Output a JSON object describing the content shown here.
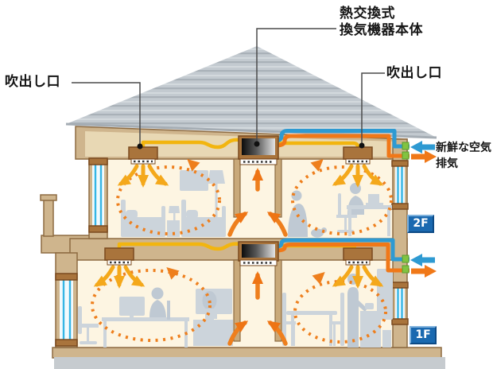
{
  "annotations": {
    "outlet_left": {
      "text": "吹出し口"
    },
    "heat_exchanger": {
      "line1": "熱交換式",
      "line2": "換気機器本体"
    },
    "outlet_right": {
      "text": "吹出し口"
    },
    "fresh_air": {
      "text": "新鮮な空気"
    },
    "exhaust": {
      "text": "排気"
    }
  },
  "floor_badges": {
    "second_floor": "2F",
    "first_floor": "1F"
  },
  "colors": {
    "fresh_air_blue": "#2e9ad2",
    "exhaust_orange": "#f07818",
    "supply_duct_yellow": "#f2b50f",
    "airflow_orange": "#ee7f1d",
    "badge_blue": "#1a69b0",
    "roof_gray": "#c3cad0",
    "wall_tan": "#cfb58d",
    "structure_brown": "#8d6b42",
    "room_cream": "#fdf5e2",
    "attic_beige": "#e8d8b4",
    "furniture_gray": "#ccd4db",
    "ground_gray": "#c6cbcf",
    "vent_cap_green": "#82c341"
  }
}
